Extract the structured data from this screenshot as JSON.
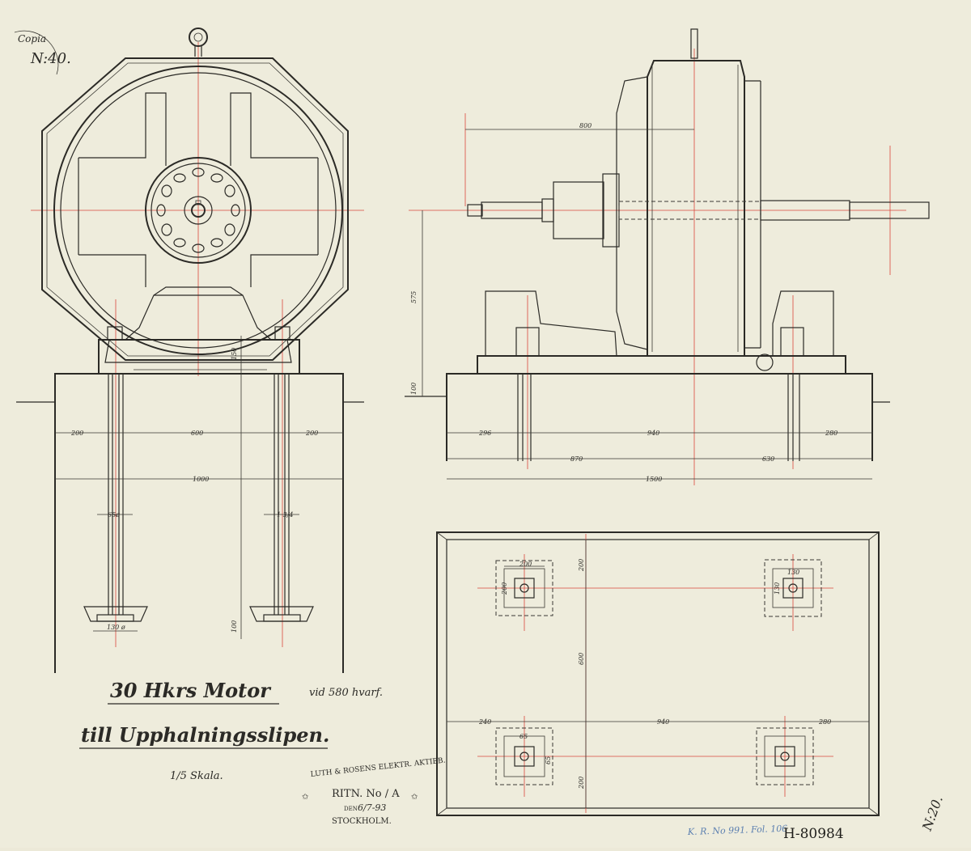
{
  "corner_note": {
    "copia": "Copia",
    "number": "N:40."
  },
  "title": {
    "line1": "30 Hkrs Motor",
    "line1_suffix": "vid 580 hvarf.",
    "line2": "till Upphalningsslipen.",
    "scale": "1/5 Skala."
  },
  "stamp": {
    "company": "LUTH & ROSENS ELEKTR. AKTIEB.",
    "drawing_no": "RITN. No / A",
    "date_prefix": "DEN",
    "date": "6/7-93",
    "city": "STOCKHOLM."
  },
  "archive": {
    "ref": "K. R. No 991. Fol. 106",
    "number": "H-80984",
    "side_note": "N:20."
  },
  "dimensions": {
    "front": {
      "left_w": "200",
      "mid_w": "600",
      "right_w": "200",
      "total": "1000",
      "d_left": "65ø",
      "d_right": "1 3/4",
      "base": "130 ø",
      "h_foot": "150",
      "h_anchor": "100"
    },
    "side": {
      "width_800": "800",
      "h_575": "575",
      "h_100": "100",
      "w_296": "296",
      "w_940": "940",
      "w_280": "280",
      "w_870": "870",
      "w_630": "630",
      "w_1500": "1500"
    },
    "plan": {
      "tl_200": "200",
      "tl_side": "200",
      "tr_130": "130",
      "tr_side": "130",
      "top_200": "200",
      "mid_600": "600",
      "bot_200": "200",
      "bl_240": "240",
      "bl_65": "65",
      "bl_side": "65",
      "mid_940": "940",
      "br_280": "280"
    }
  }
}
